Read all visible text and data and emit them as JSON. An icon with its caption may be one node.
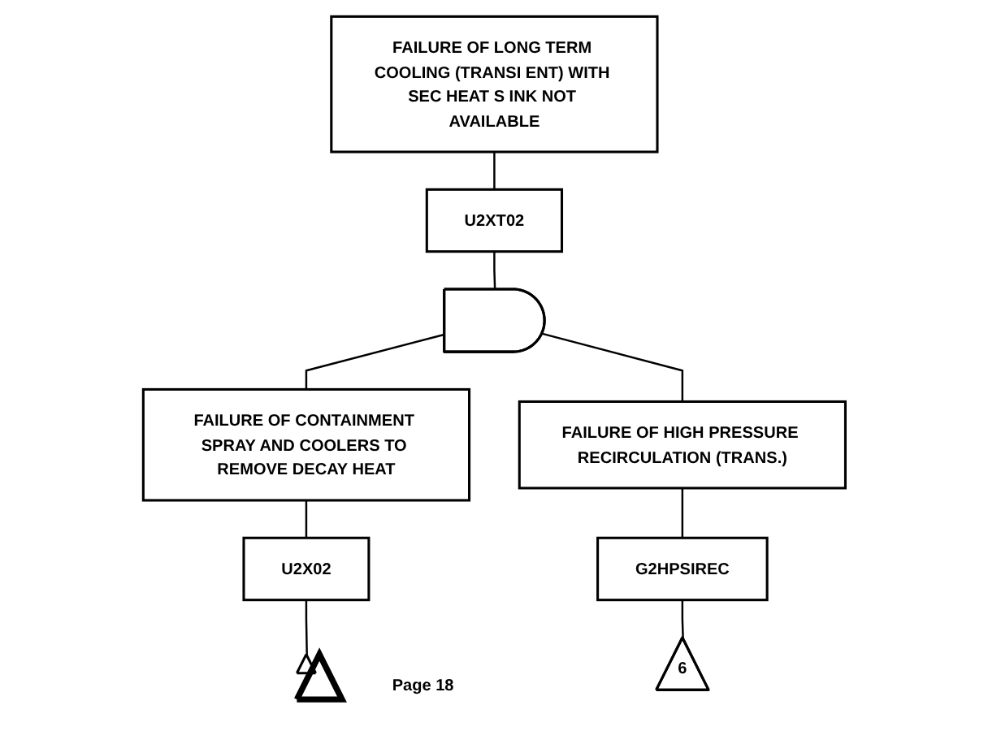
{
  "diagram": {
    "nodes": [
      {
        "text": [
          "FAILURE OF LONG TERM COOLING (TRANSI ENT) WITH SEC HEAT S INK NOT AVAILABLE"
        ]
      },
      {
        "text": [
          "U2XT02"
        ]
      },
      {
        "text": [],
        "shape": "gate"
      },
      {
        "text": [
          "FAILURE OF CONTAINMENT SPRAY AND COOLERS TO REMOVE DECAY HEAT"
        ]
      },
      {
        "text": [
          "U2X02"
        ]
      },
      {
        "text": [],
        "shape": "triangle",
        "beside": [
          "Page 18"
        ]
      },
      {
        "text": [
          "FAILURE OF HIGH PRESSURE RECIRCULATION (TRANS.)"
        ]
      },
      {
        "text": [
          "G2HPSIREC"
        ]
      },
      {
        "text": [
          "6"
        ]
      }
    ],
    "edges": [
      {
        "from": 0,
        "to": 1,
        "arrow": "none"
      },
      {
        "from": 1,
        "to": 2,
        "arrow": "none"
      },
      {
        "from": 2,
        "to": 3,
        "arrow": "none"
      },
      {
        "from": 2,
        "to": 6,
        "arrow": "none"
      },
      {
        "from": 3,
        "to": 4,
        "arrow": "none"
      },
      {
        "from": 4,
        "to": 5,
        "arrow": "none"
      },
      {
        "from": 6,
        "to": 7,
        "arrow": "none"
      },
      {
        "from": 7,
        "to": 8,
        "arrow": "none"
      }
    ]
  }
}
